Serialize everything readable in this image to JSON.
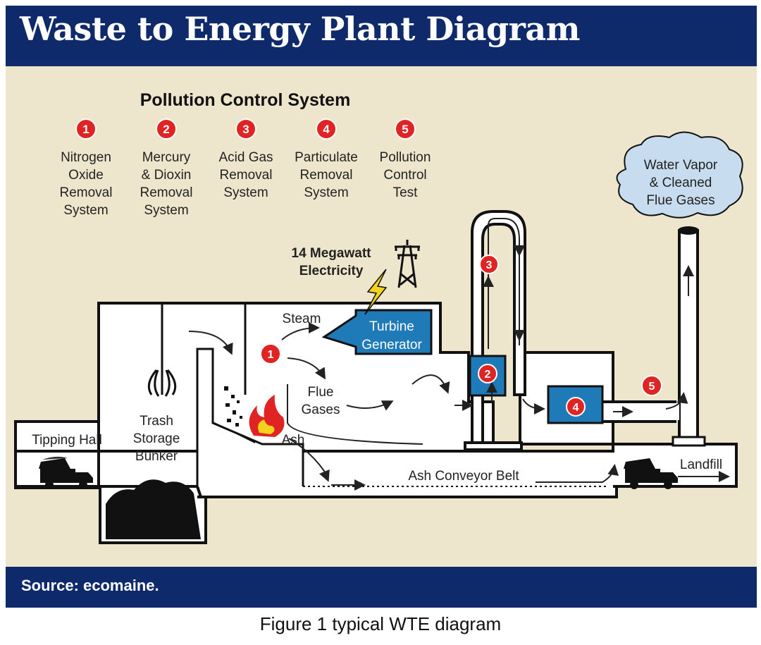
{
  "header": {
    "title": "Waste to Energy Plant Diagram"
  },
  "pollution": {
    "heading": "Pollution Control System",
    "items": [
      {
        "num": "1",
        "l1": "Nitrogen",
        "l2": "Oxide",
        "l3": "Removal",
        "l4": "System"
      },
      {
        "num": "2",
        "l1": "Mercury",
        "l2": "& Dioxin",
        "l3": "Removal",
        "l4": "System"
      },
      {
        "num": "3",
        "l1": "Acid Gas",
        "l2": "Removal",
        "l3": "System"
      },
      {
        "num": "4",
        "l1": "Particulate",
        "l2": "Removal",
        "l3": "System"
      },
      {
        "num": "5",
        "l1": "Pollution",
        "l2": "Control",
        "l3": "Test"
      }
    ]
  },
  "labels": {
    "electricity_l1": "14 Megawatt",
    "electricity_l2": "Electricity",
    "steam": "Steam",
    "turbine_l1": "Turbine",
    "turbine_l2": "Generator",
    "flue_l1": "Flue",
    "flue_l2": "Gases",
    "ash": "Ash",
    "trash_l1": "Trash",
    "trash_l2": "Storage",
    "trash_l3": "Bunker",
    "tipping": "Tipping Hall",
    "conveyor": "Ash Conveyor Belt",
    "landfill": "Landfill",
    "vapor_l1": "Water Vapor",
    "vapor_l2": "& Cleaned",
    "vapor_l3": "Flue Gases"
  },
  "markers": {
    "m1": "1",
    "m2": "2",
    "m3": "3",
    "m4": "4",
    "m5": "5"
  },
  "source": "Source: ecomaine.",
  "caption": "Figure 1 typical WTE diagram",
  "colors": {
    "navy": "#0f2a6b",
    "cream": "#ede6cd",
    "red": "#e02424",
    "blue": "#1f7ab8",
    "cloud": "#c7ddef",
    "lightning": "#f2d21b"
  }
}
